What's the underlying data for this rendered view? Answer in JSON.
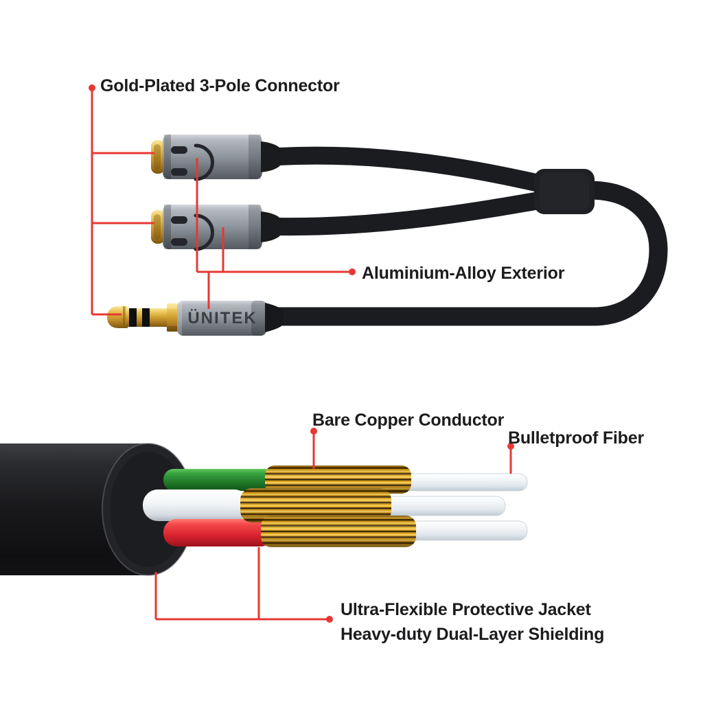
{
  "image": {
    "type": "annotated-product-diagram",
    "subject": "UNITEK 3.5mm headset splitter cable with internal cross-section"
  },
  "colors": {
    "background": "#ffffff",
    "callout_red": "#e63832",
    "text": "#1c1c1e",
    "gold": "#d3a436",
    "metal_gray": "#939aa2",
    "cable_black": "#1b1c1f",
    "wire_green": "#2f9e3a",
    "wire_white": "#f2f5f7",
    "wire_red": "#e8353e",
    "copper_braid": "#dfa41e",
    "fiber_white": "#f0f4f7"
  },
  "top_section": {
    "brand": "ÜNITEK",
    "callouts": {
      "gold_plated": "Gold-Plated 3-Pole Connector",
      "aluminium": "Aluminium-Alloy Exterior"
    },
    "icons": {
      "female_jack_top": "headset-icon",
      "female_jack_bottom": "headset-icon"
    }
  },
  "bottom_section": {
    "callouts": {
      "copper": "Bare Copper Conductor",
      "fiber": "Bulletproof Fiber",
      "jacket_line1": "Ultra-Flexible Protective Jacket",
      "jacket_line2": "Heavy-duty Dual-Layer Shielding"
    }
  }
}
